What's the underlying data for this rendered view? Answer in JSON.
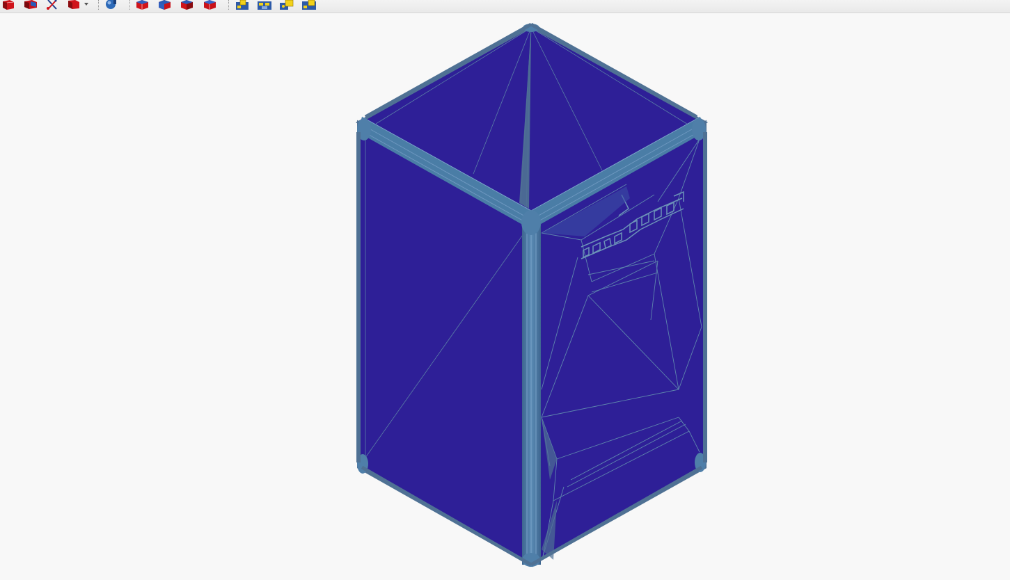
{
  "app": {
    "window": "3D CAD viewer"
  },
  "toolbar": {
    "groups": [
      {
        "name": "part-tools",
        "icons": [
          "red-part-icon",
          "red-part-shaded-icon",
          "scissors-tool-icon",
          "red-part-dropdown-icon"
        ]
      },
      {
        "name": "primitive-tools",
        "icons": [
          "sphere-icon"
        ]
      },
      {
        "name": "view-tools",
        "icons": [
          "view-front-icon",
          "view-top-icon",
          "view-right-icon",
          "view-back-icon"
        ]
      },
      {
        "name": "assembly-tools",
        "icons": [
          "assembly-yellow-icon",
          "assembly-blue-icon",
          "assembly-mixed-icon",
          "assembly-pattern-icon"
        ]
      }
    ]
  },
  "viewport": {
    "model": "mesh-box",
    "colors": {
      "face": "#2e1f97",
      "edge": "#4f7194",
      "fillet": "#4a7da6",
      "background": "#f8f8f8"
    }
  }
}
